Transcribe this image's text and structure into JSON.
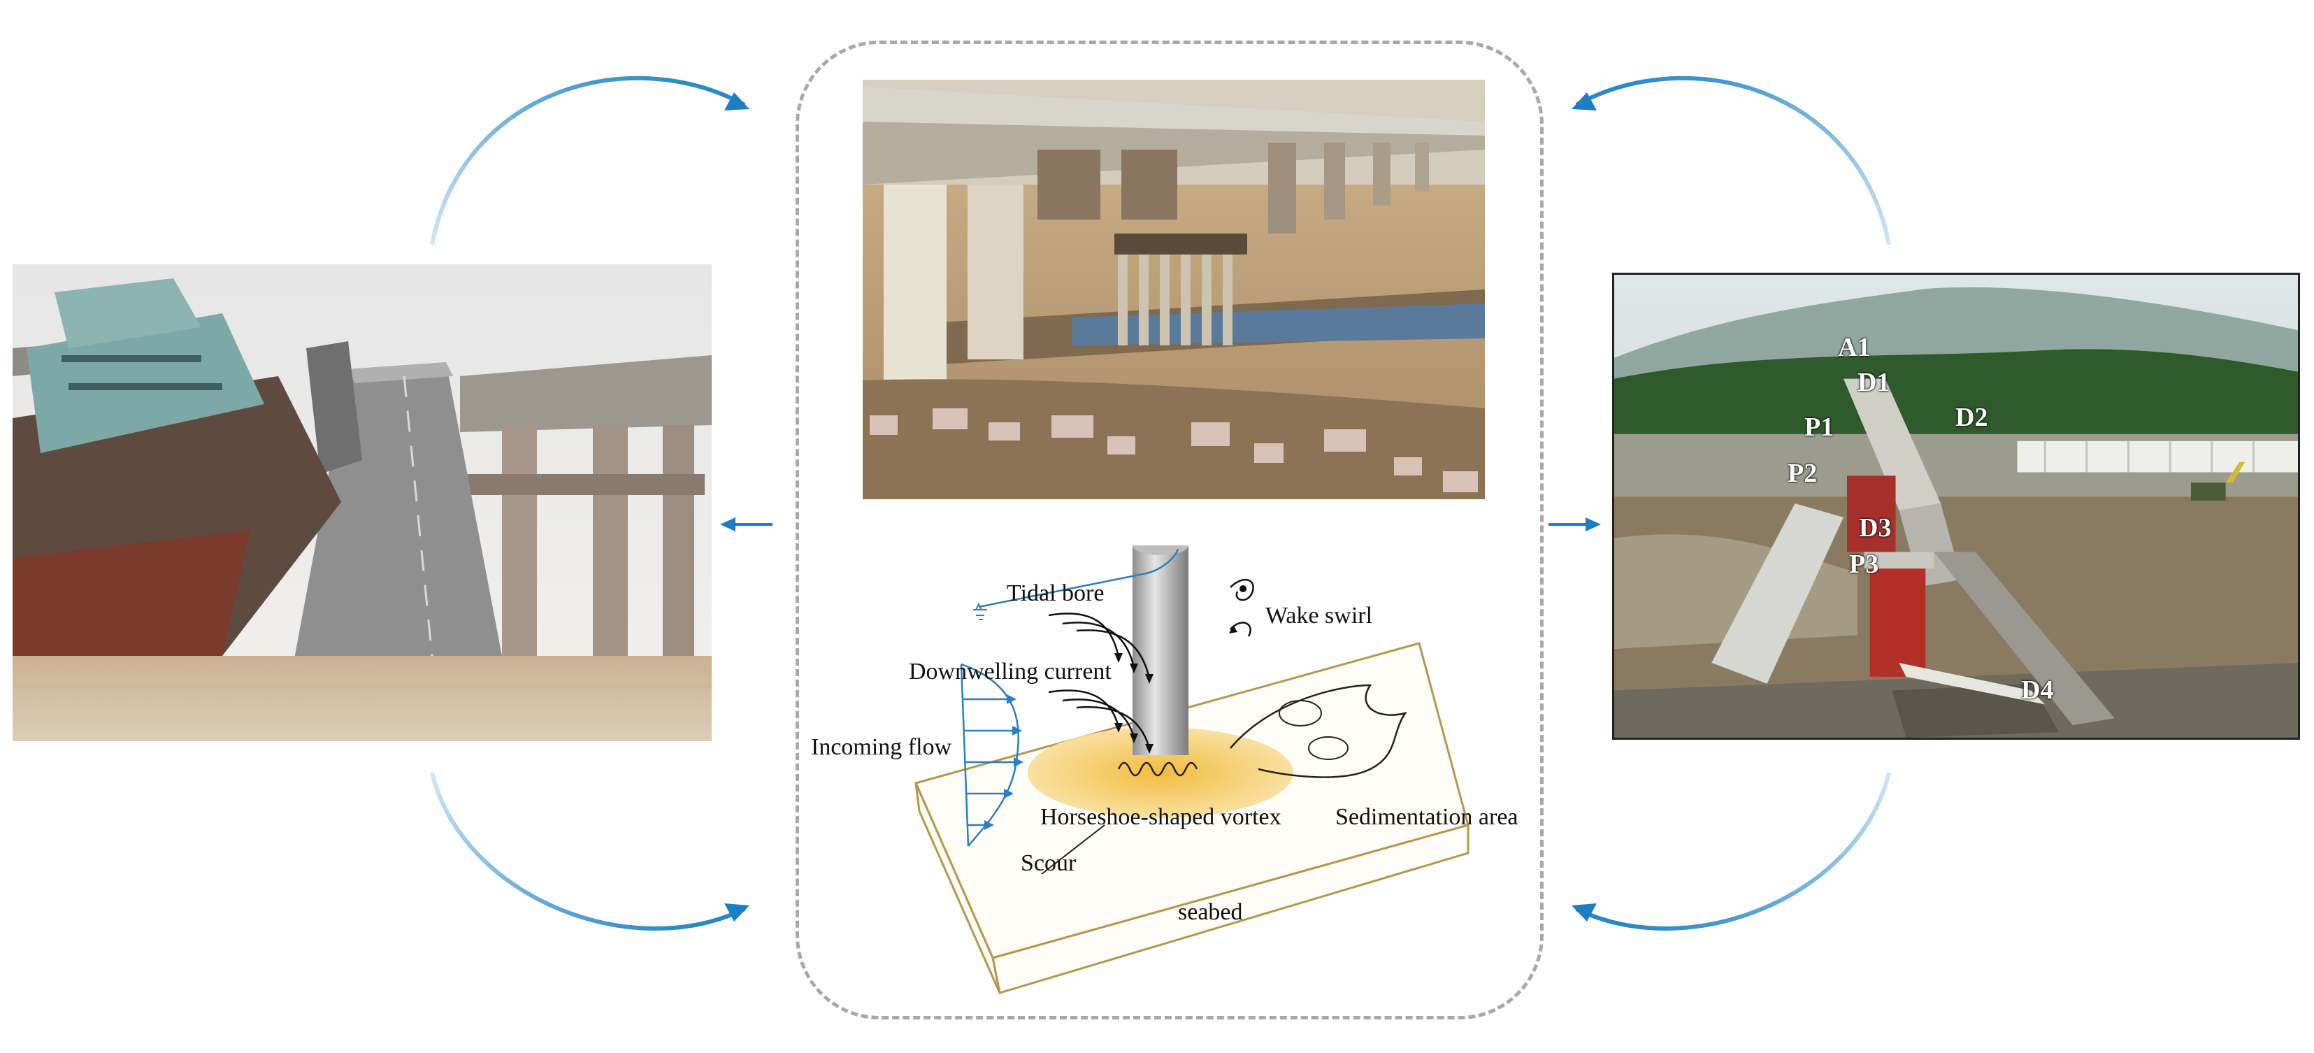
{
  "scour_diagram": {
    "labels": {
      "tidal_bore": "Tidal bore",
      "wake_swirl": "Wake swirl",
      "downwelling_current": "Downwelling current",
      "incoming_flow": "Incoming flow",
      "horseshoe_vortex": "Horseshoe-shaped vortex",
      "sedimentation_area": "Sedimentation area",
      "scour": "Scour",
      "seabed": "seabed"
    }
  },
  "collapsed_bridge_photo": {
    "pier_labels": [
      "A1",
      "D1",
      "P1",
      "D2",
      "P2",
      "D3",
      "P3",
      "D4"
    ]
  },
  "colors": {
    "arrow_blue": "#1a7fc4",
    "frame_dash": "#a8a8a8",
    "scour_zone": "#f2c14e",
    "seabed_outline": "#b8964a",
    "flow_profile": "#2a7fc0"
  }
}
